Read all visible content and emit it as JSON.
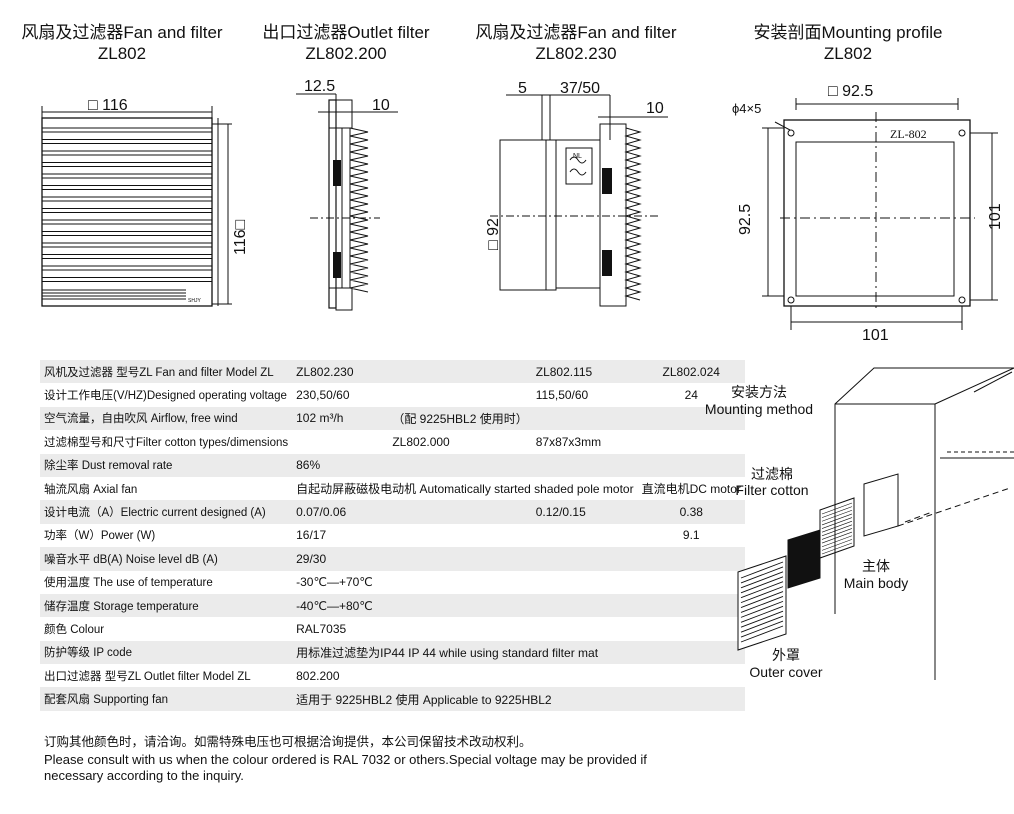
{
  "titles": [
    {
      "line1": "风扇及过滤器Fan and filter",
      "line2": "ZL802"
    },
    {
      "line1": "出口过滤器Outlet filter",
      "line2": "ZL802.200"
    },
    {
      "line1": "风扇及过滤器Fan and filter",
      "line2": "ZL802.230"
    },
    {
      "line1": "安装剖面Mounting profile",
      "line2": "ZL802"
    }
  ],
  "dims": {
    "d1_width": "□ 116",
    "d1_height": "116□",
    "d1_brand": "SHJY",
    "d2_top": "12.5",
    "d2_right": "10",
    "d3_a": "5",
    "d3_b": "37/50",
    "d3_c": "10",
    "d3_height": "□ 92",
    "d3_nl": "NL",
    "d4_top": "□  92.5",
    "d4_hole": "ϕ4×5",
    "d4_label": "ZL-802",
    "d4_left": "92.5",
    "d4_right": "101",
    "d4_bottom": "101"
  },
  "spec_rows": [
    {
      "label": "风机及过滤器  型号ZL   Fan and filter  Model ZL",
      "c1": "ZL802.230",
      "c2": "",
      "c3": "ZL802.115",
      "c4": "ZL802.024"
    },
    {
      "label": "设计工作电压(V/HZ)Designed operating voltage",
      "c1": "230,50/60",
      "c2": "",
      "c3": "115,50/60",
      "c4": "24"
    },
    {
      "label": "空气流量，自由吹风 Airflow, free wind",
      "c1": "102 m³/h",
      "c2": "（配   9225HBL2  使用时）",
      "c3": "",
      "c4": ""
    },
    {
      "label": "过滤棉型号和尺寸Filter cotton types/dimensions",
      "c1": "",
      "c2": "ZL802.000",
      "c3": "87x87x3mm",
      "c4": ""
    },
    {
      "label": "除尘率 Dust removal rate",
      "c1": "86%",
      "c2": "",
      "c3": "",
      "c4": ""
    },
    {
      "label": "轴流风扇 Axial fan",
      "c1": "自起动屏蔽磁极电动机  Automatically started shaded pole motor",
      "c2": "",
      "c3": "",
      "c4": "直流电机DC motor"
    },
    {
      "label": "设计电流（A）Electric current designed (A)",
      "c1": "0.07/0.06",
      "c2": "",
      "c3": "0.12/0.15",
      "c4": "0.38"
    },
    {
      "label": "功率（W）Power (W)",
      "c1": "16/17",
      "c2": "",
      "c3": "",
      "c4": "9.1"
    },
    {
      "label": "噪音水平 dB(A) Noise level dB (A)",
      "c1": "29/30",
      "c2": "",
      "c3": "",
      "c4": ""
    },
    {
      "label": "使用温度 The use of temperature",
      "c1": "-30℃—+70℃",
      "c2": "",
      "c3": "",
      "c4": ""
    },
    {
      "label": "储存温度 Storage temperature",
      "c1": "-40℃—+80℃",
      "c2": "",
      "c3": "",
      "c4": ""
    },
    {
      "label": "颜色 Colour",
      "c1": "RAL7035",
      "c2": "",
      "c3": "",
      "c4": ""
    },
    {
      "label": "防护等级 IP code",
      "c1": "用标准过滤垫为IP44   IP 44 while using standard filter mat",
      "c2": "",
      "c3": "",
      "c4": ""
    },
    {
      "label": "出口过滤器  型号ZL   Outlet filter  Model ZL",
      "c1": "802.200",
      "c2": "",
      "c3": "",
      "c4": ""
    },
    {
      "label": "配套风扇 Supporting fan",
      "c1": "适用于   9225HBL2    使用    Applicable to 9225HBL2",
      "c2": "",
      "c3": "",
      "c4": ""
    }
  ],
  "mounting": {
    "method_cn": "安装方法",
    "method_en": "Mounting method",
    "filter_cn": "过滤棉",
    "filter_en": "Filter cotton",
    "body_cn": "主体",
    "body_en": "Main body",
    "cover_cn": "外罩",
    "cover_en": "Outer cover"
  },
  "notes": {
    "cn": "订购其他颜色时，请洽询。如需特殊电压也可根据洽询提供，本公司保留技术改动权利。",
    "en1": "Please consult with us when the colour ordered is RAL 7032 or others.Special voltage may be provided if",
    "en2": "necessary according to the inquiry."
  }
}
